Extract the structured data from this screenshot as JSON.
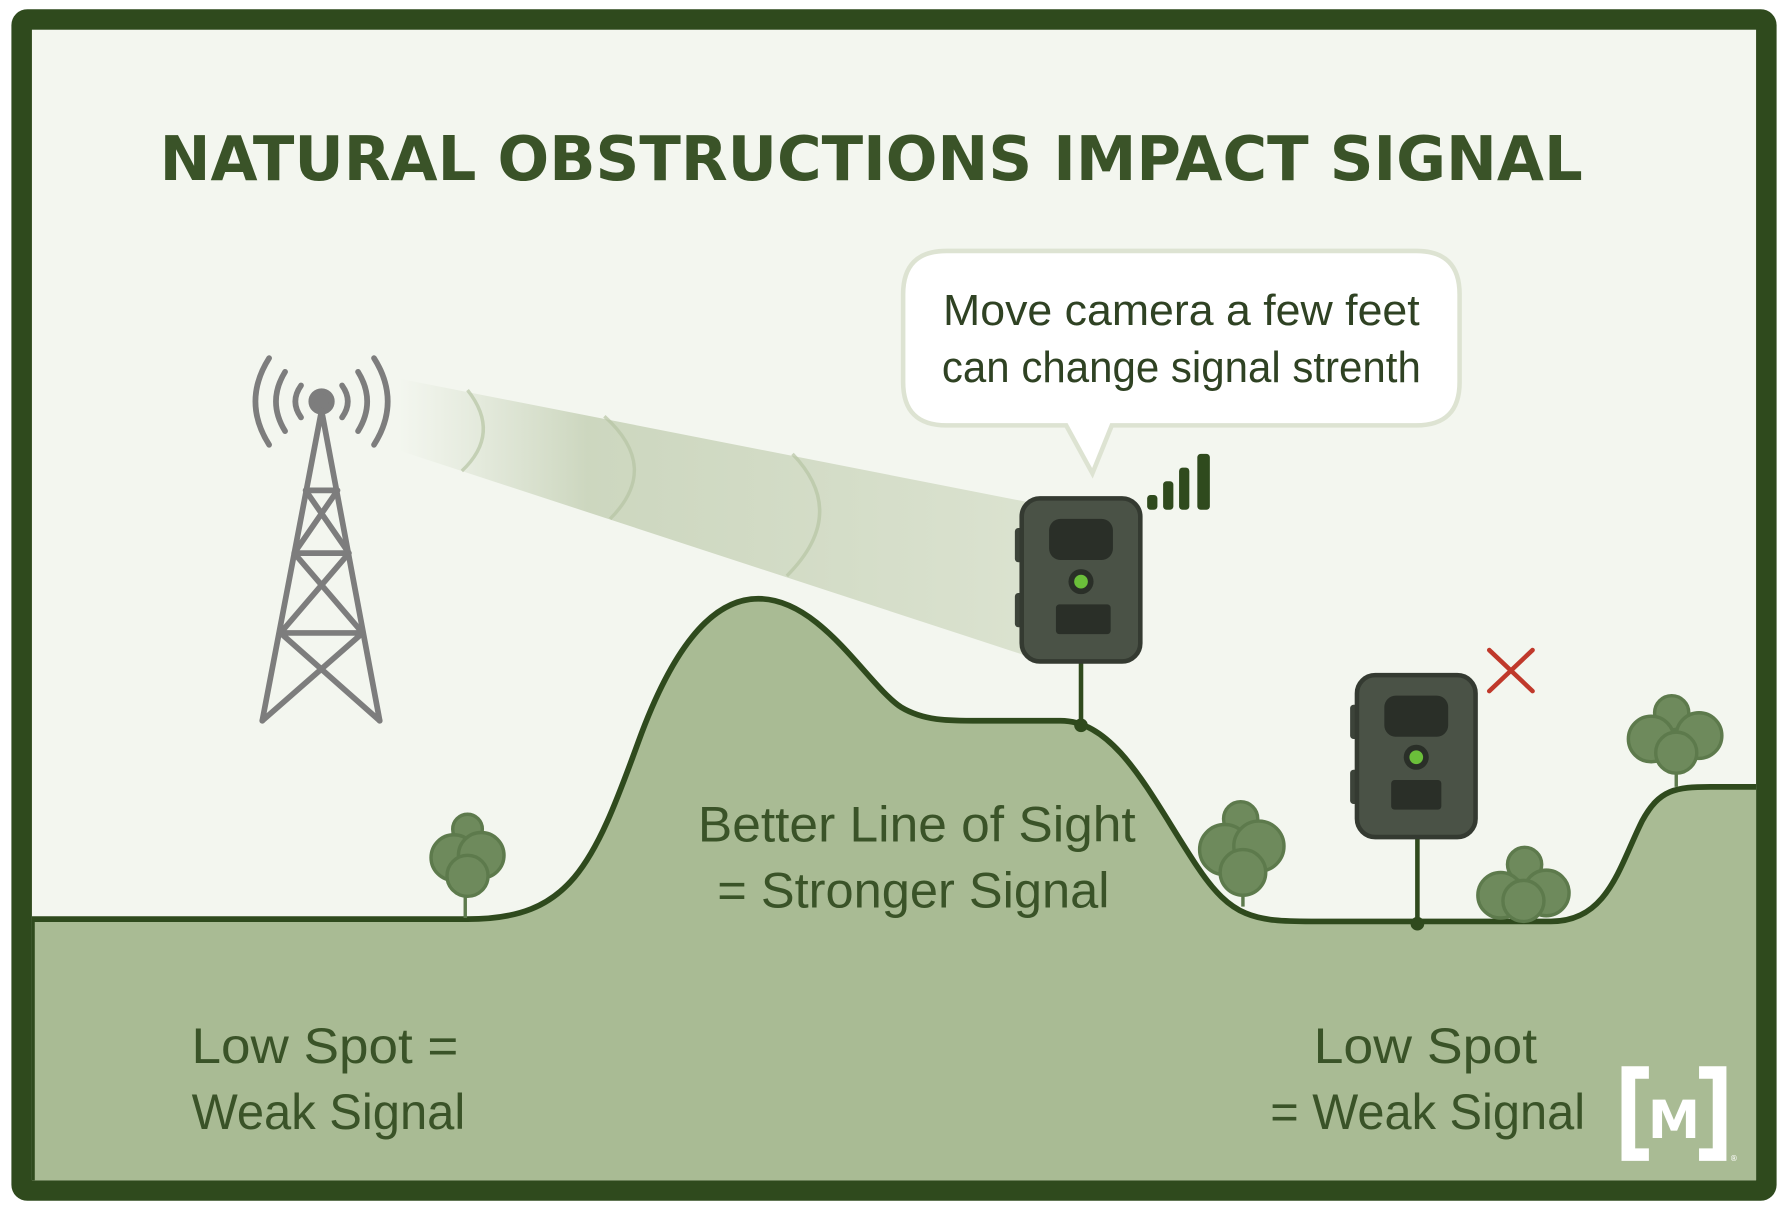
{
  "title": "NATURAL OBSTRUCTIONS IMPACT SIGNAL",
  "callout": {
    "line1": "Move camera a few feet",
    "line2": "can change signal strenth"
  },
  "labels": {
    "hill_line1": "Better Line of Sight",
    "hill_line2": "= Stronger Signal",
    "left_line1": "Low Spot =",
    "left_line2": "Weak Signal",
    "right_line1": "Low Spot",
    "right_line2": "= Weak Signal"
  },
  "logo": {
    "text": "M",
    "mark": "®"
  },
  "colors": {
    "frame": "#2f4a1d",
    "background": "#f3f6ef",
    "ground": "#a9bb94",
    "text": "#3a5328",
    "camera": "#4a5246",
    "tree": "#6e8a5c",
    "bad": "#c0392b",
    "led": "#6bbf3a"
  }
}
